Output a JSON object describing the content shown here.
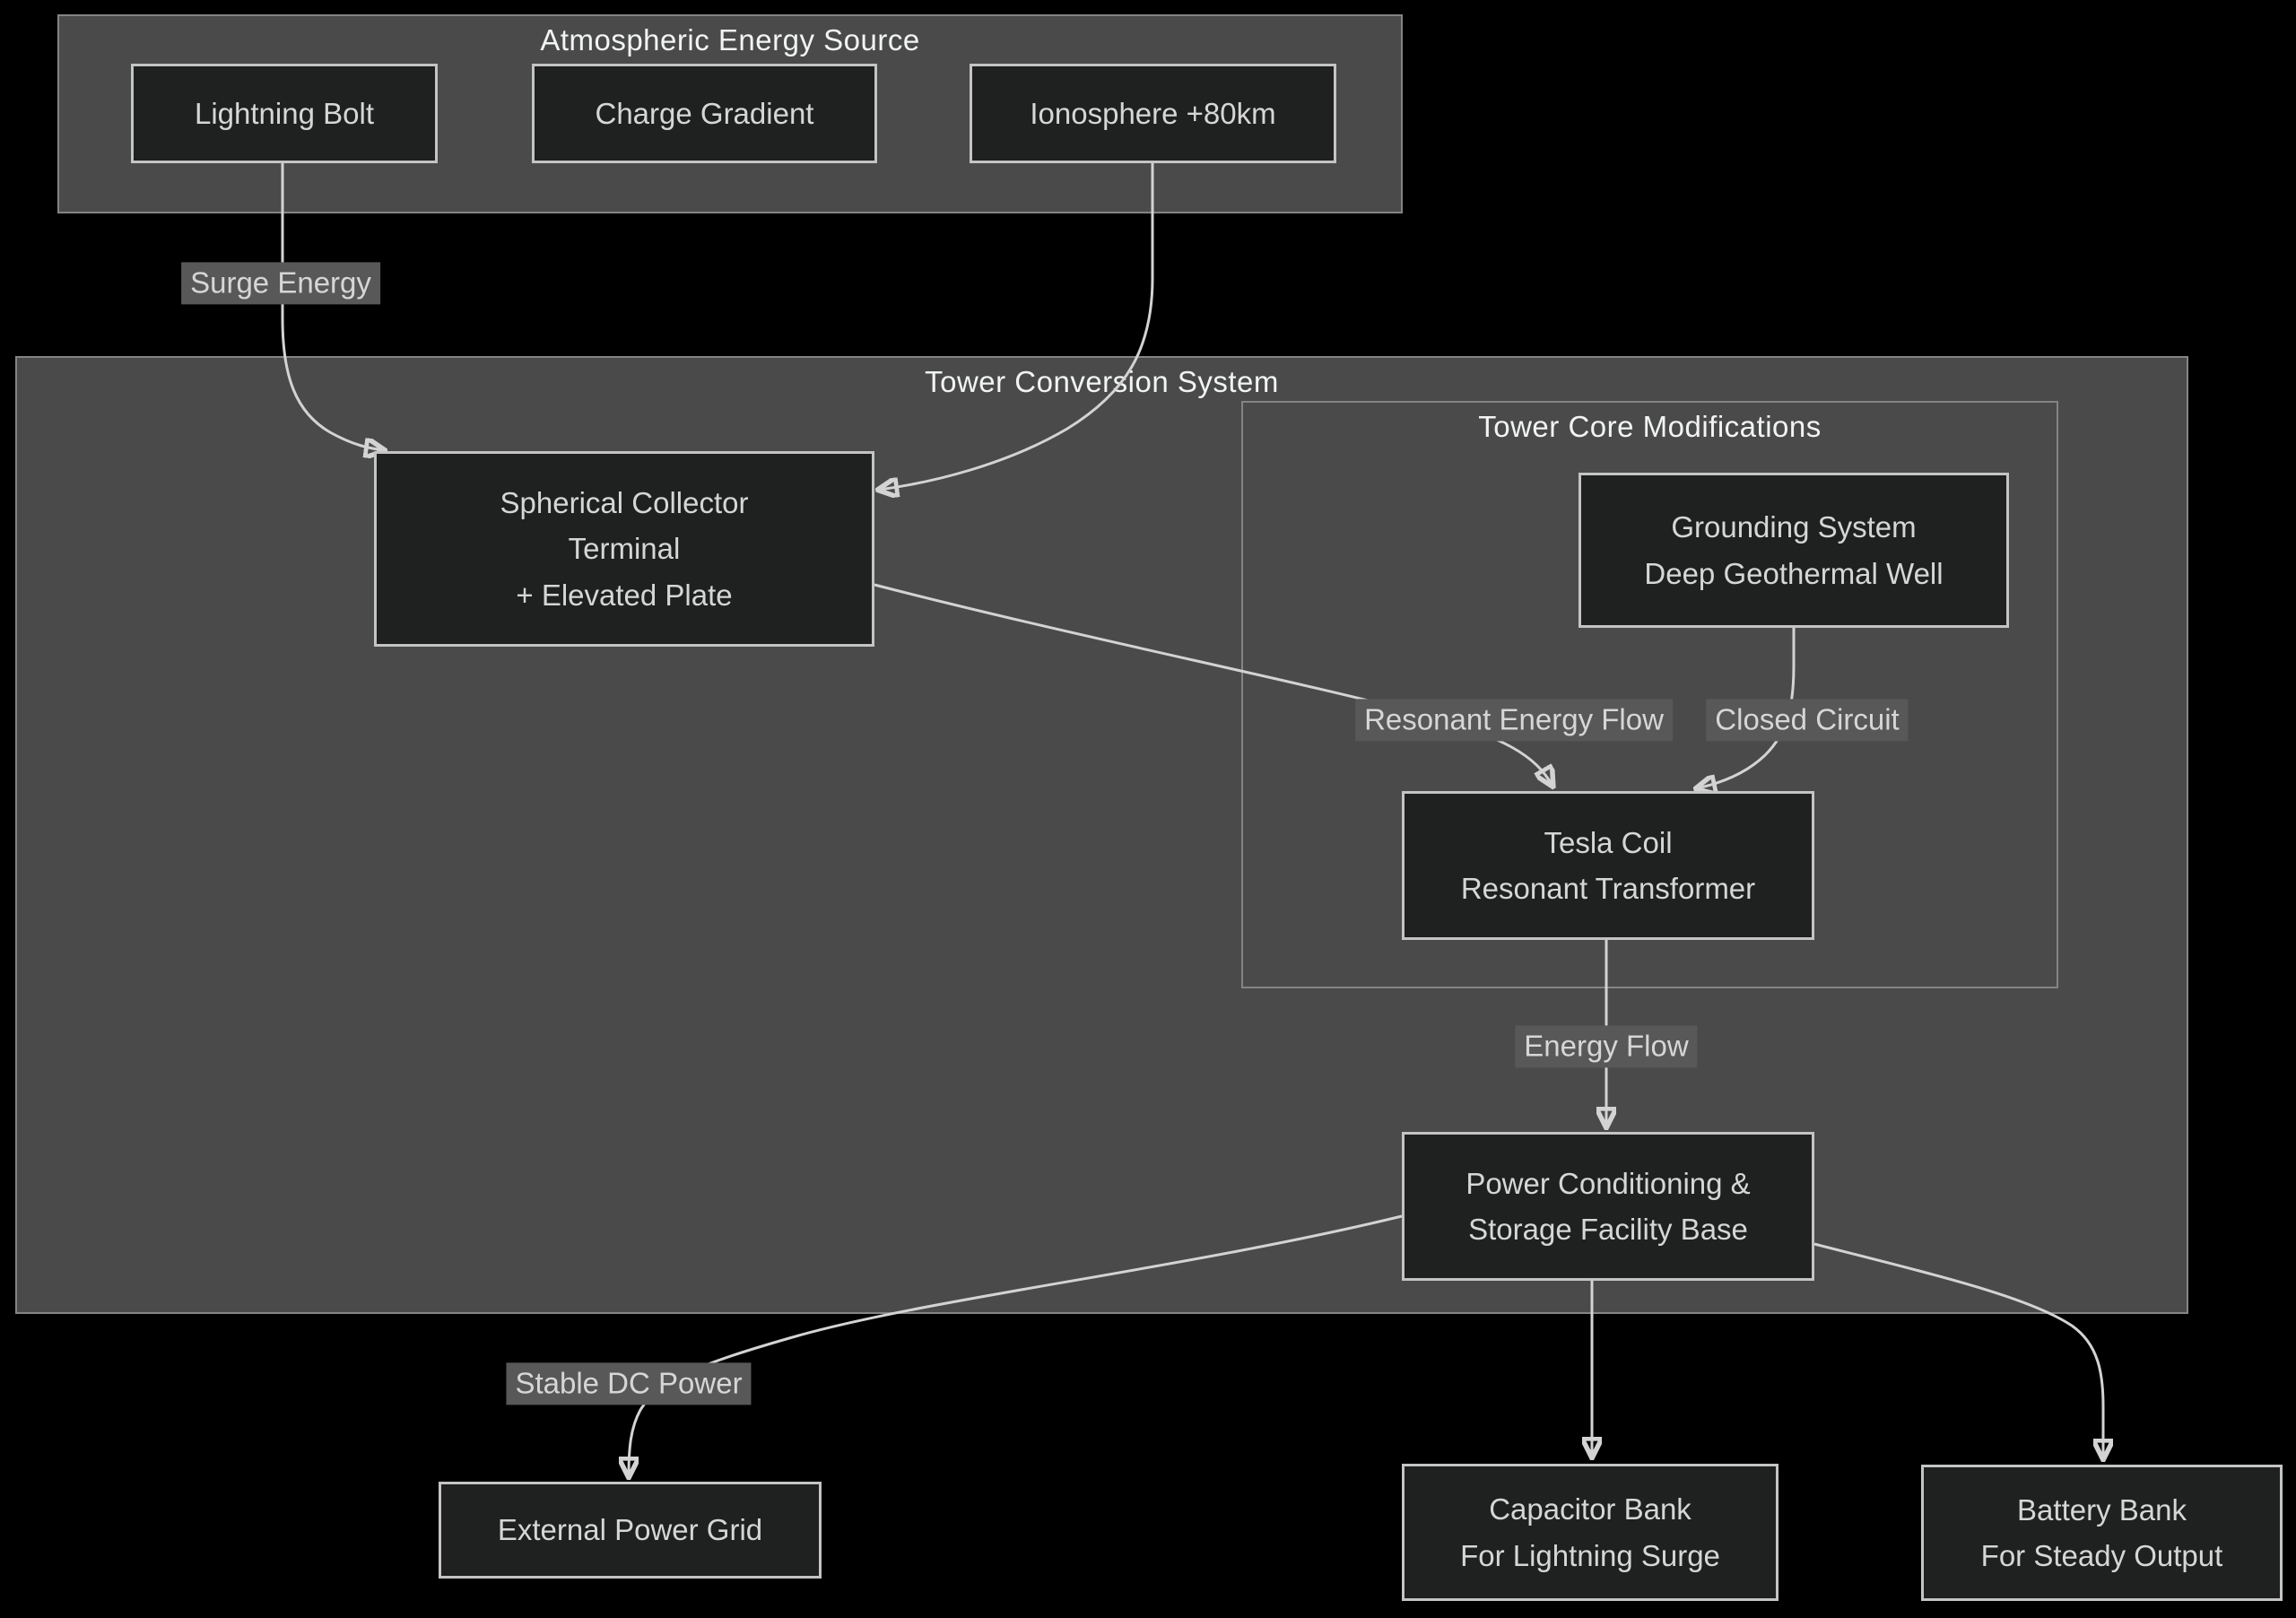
{
  "diagram": {
    "clusters": {
      "atmospheric": {
        "title": "Atmospheric Energy Source"
      },
      "tower": {
        "title": "Tower Conversion System"
      },
      "core": {
        "title": "Tower Core Modifications"
      }
    },
    "nodes": {
      "lightning": {
        "lines": [
          "Lightning Bolt"
        ]
      },
      "charge": {
        "lines": [
          "Charge Gradient"
        ]
      },
      "ionosphere": {
        "lines": [
          "Ionosphere +80km"
        ]
      },
      "collector": {
        "lines": [
          "Spherical Collector",
          "Terminal",
          "+ Elevated Plate"
        ]
      },
      "grounding": {
        "lines": [
          "Grounding System",
          "Deep Geothermal Well"
        ]
      },
      "tesla": {
        "lines": [
          "Tesla Coil",
          "Resonant Transformer"
        ]
      },
      "power": {
        "lines": [
          "Power Conditioning &",
          "Storage Facility Base"
        ]
      },
      "grid": {
        "lines": [
          "External Power Grid"
        ]
      },
      "capacitor": {
        "lines": [
          "Capacitor Bank",
          "For Lightning Surge"
        ]
      },
      "battery": {
        "lines": [
          "Battery Bank",
          "For Steady Output"
        ]
      }
    },
    "edges": [
      {
        "from": "Lightning Bolt",
        "to": "Spherical Collector Terminal + Elevated Plate",
        "label": "Surge Energy"
      },
      {
        "from": "Ionosphere +80km",
        "to": "Spherical Collector Terminal + Elevated Plate",
        "label": ""
      },
      {
        "from": "Spherical Collector Terminal + Elevated Plate",
        "to": "Tesla Coil Resonant Transformer",
        "label": "Resonant Energy Flow"
      },
      {
        "from": "Grounding System Deep Geothermal Well",
        "to": "Tesla Coil Resonant Transformer",
        "label": "Closed Circuit"
      },
      {
        "from": "Tesla Coil Resonant Transformer",
        "to": "Power Conditioning & Storage Facility Base",
        "label": "Energy Flow"
      },
      {
        "from": "Power Conditioning & Storage Facility Base",
        "to": "External Power Grid",
        "label": "Stable DC Power"
      },
      {
        "from": "Power Conditioning & Storage Facility Base",
        "to": "Capacitor Bank For Lightning Surge",
        "label": ""
      },
      {
        "from": "Power Conditioning & Storage Facility Base",
        "to": "Battery Bank For Steady Output",
        "label": ""
      }
    ],
    "colors": {
      "background": "#000000",
      "cluster_fill": "#4a4a4a",
      "cluster_border": "#8a8a8a",
      "node_fill": "#1f2020",
      "node_border": "#c4c4c4",
      "node_text": "#d6d6d6",
      "title_text": "#f2f4f4",
      "edge_line": "#d3d3d3",
      "edge_label_bg": "#585858"
    }
  }
}
